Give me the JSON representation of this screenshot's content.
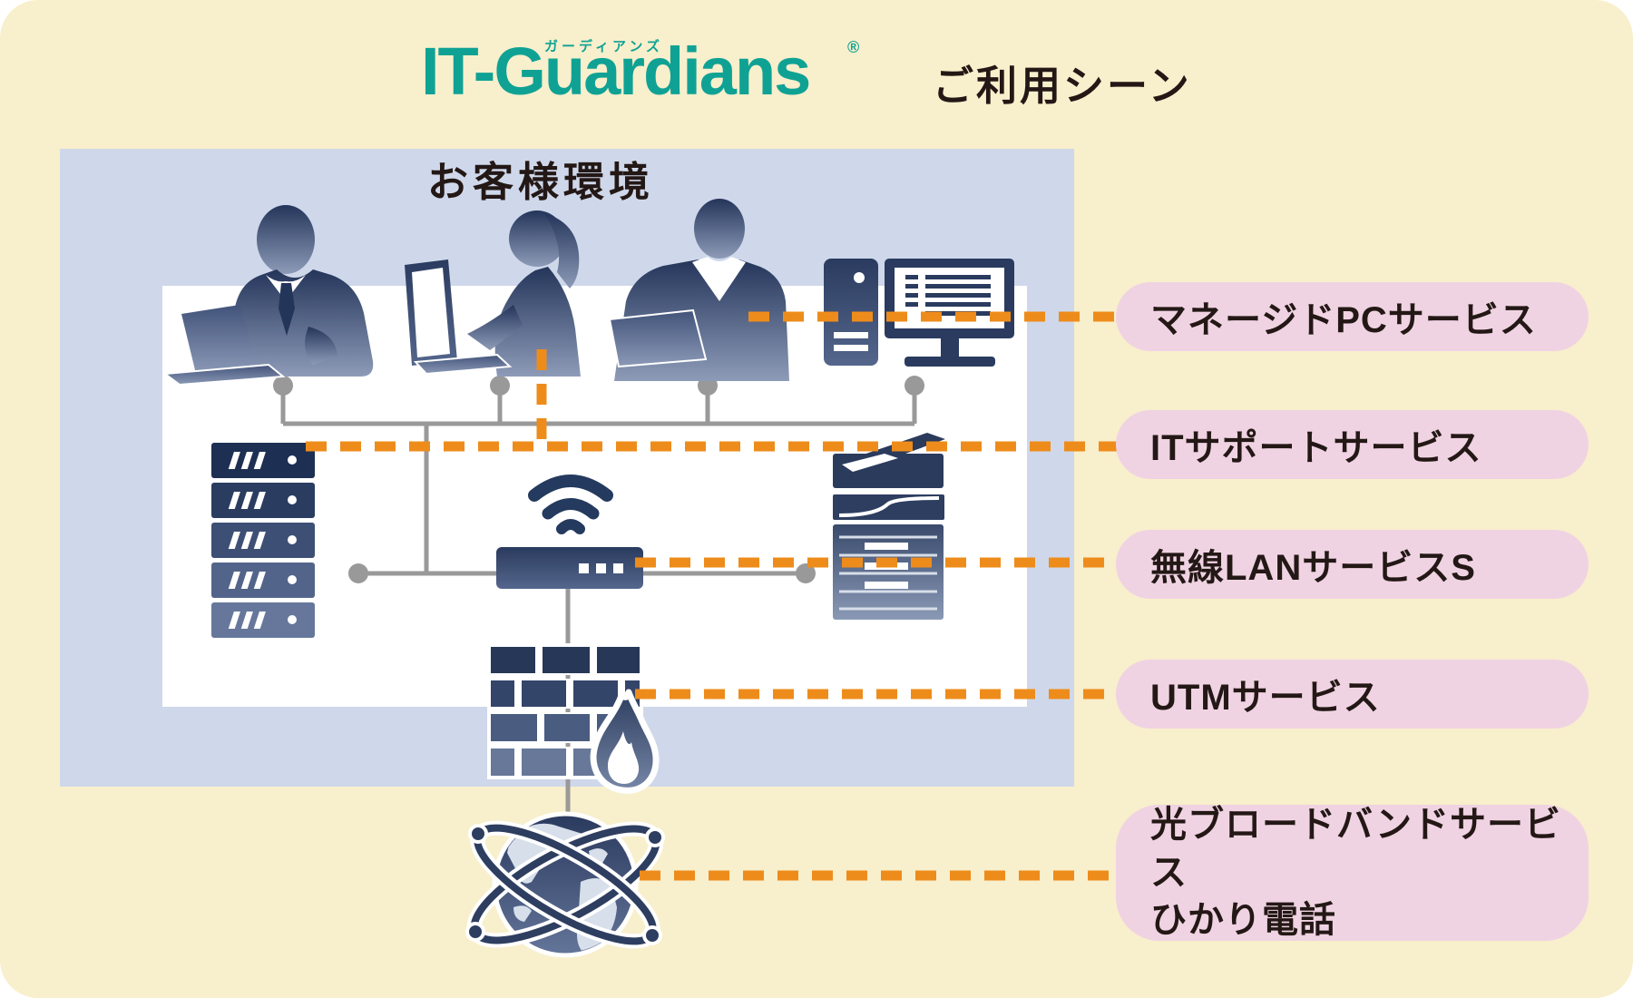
{
  "header": {
    "brand_ruby": "ガーディアンズ",
    "brand": "IT-Guardians",
    "registered_mark": "®",
    "title": "ご利用シーン"
  },
  "environment": {
    "label": "お客様環境"
  },
  "services": [
    {
      "label": "マネージドPCサービス"
    },
    {
      "label": "ITサポートサービス"
    },
    {
      "label": "無線LANサービスS"
    },
    {
      "label": "UTMサービス"
    },
    {
      "label": "光ブロードバンドサービス",
      "label_line2": "ひかり電話"
    }
  ],
  "icons": {
    "list": [
      "businessman-laptop-icon",
      "woman-laptop-icon",
      "staff-laptop-icon",
      "desktop-tower-icon",
      "monitor-icon",
      "server-rack-icon",
      "wifi-icon",
      "wireless-router-icon",
      "multifunction-printer-icon",
      "firewall-brick-icon",
      "flame-icon",
      "internet-globe-icon"
    ]
  },
  "colors": {
    "background": "#F8EFCC",
    "panel_blue": "#CFD8EA",
    "panel_white": "#FFFFFF",
    "accent_orange": "#EE8C1B",
    "pill_pink": "#F0D3E3",
    "brand_teal": "#0FA294",
    "icon_navy": "#24355A",
    "line_gray": "#999999",
    "text_dark": "#231815"
  }
}
